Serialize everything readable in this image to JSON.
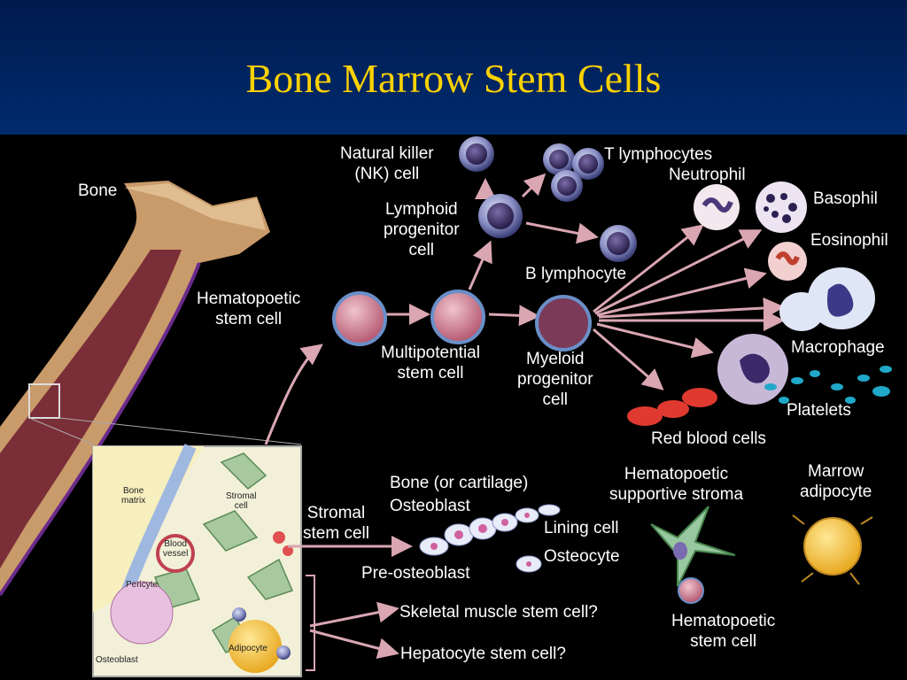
{
  "title": "Bone Marrow Stem Cells",
  "labels": {
    "bone": "Bone",
    "nk_cell": "Natural killer\n(NK) cell",
    "t_lymphocytes": "T lymphocytes",
    "neutrophil": "Neutrophil",
    "basophil": "Basophil",
    "lymphoid_progenitor": "Lymphoid\nprogenitor\ncell",
    "eosinophil": "Eosinophil",
    "b_lymphocyte": "B lymphocyte",
    "hematopoetic_stem_cell": "Hematopoetic\nstem cell",
    "multipotential_stem_cell": "Multipotential\nstem cell",
    "myeloid_progenitor": "Myeloid\nprogenitor\ncell",
    "macrophage": "Macrophage",
    "platelets": "Platelets",
    "red_blood_cells": "Red blood cells",
    "bone_or_cartilage": "Bone (or cartilage)",
    "osteoblast": "Osteoblast",
    "hematopoetic_supportive_stroma": "Hematopoetic\nsupportive stroma",
    "marrow_adipocyte": "Marrow\nadipocyte",
    "stromal_stem_cell": "Stromal\nstem cell",
    "lining_cell": "Lining cell",
    "osteocyte": "Osteocyte",
    "pre_osteoblast": "Pre-osteoblast",
    "skeletal_muscle": "Skeletal muscle stem cell?",
    "hematopoetic_stem_cell_2": "Hematopoetic\nstem cell",
    "hepatocyte": "Hepatocyte stem cell?"
  },
  "inset_labels": {
    "bone_matrix": "Bone\nmatrix",
    "stromal_cell": "Stromal\ncell",
    "blood_vessel": "Blood\nvessel",
    "pericyte": "Pericyte",
    "adipocyte": "Adipocyte",
    "osteoblast": "Osteoblast"
  }
}
